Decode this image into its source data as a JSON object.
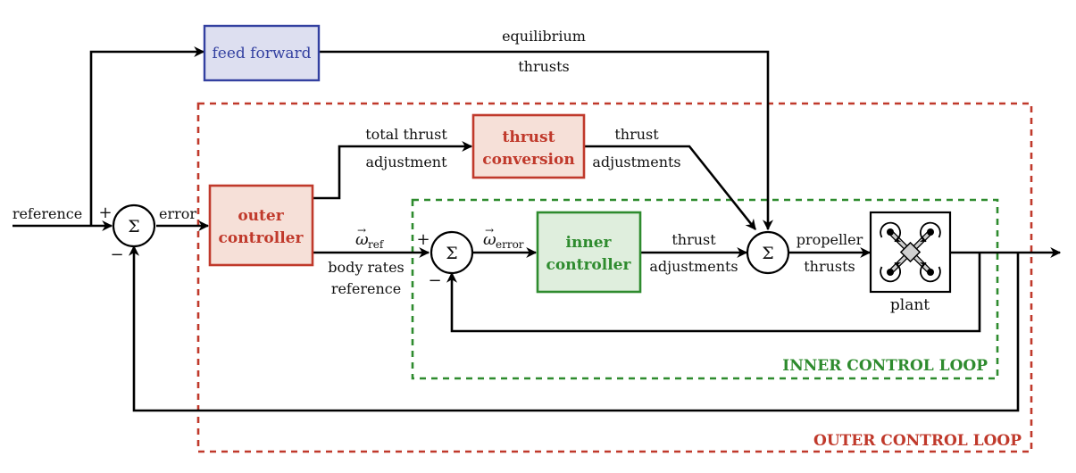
{
  "colors": {
    "outer_loop": "#c0392b",
    "inner_loop": "#2e8b2e",
    "feed_forward_stroke": "#3340a0",
    "feed_forward_fill": "#dddff0",
    "red_block_fill": "#f6e0d8",
    "green_block_fill": "#dfeedd"
  },
  "blocks": {
    "feed_forward": "feed forward",
    "thrust_conversion": [
      "thrust",
      "conversion"
    ],
    "outer_controller": [
      "outer",
      "controller"
    ],
    "inner_controller": [
      "inner",
      "controller"
    ],
    "plant": "plant"
  },
  "summing": {
    "symbol": "Σ",
    "plus": "+",
    "minus": "−"
  },
  "signals": {
    "reference": "reference",
    "error": "error",
    "equilibrium": "equilibrium",
    "thrusts_top": "thrusts",
    "total_thrust": "total thrust",
    "adjustment": "adjustment",
    "thrust_a": "thrust",
    "adjustments_a": "adjustments",
    "omega_ref_sub": "ref",
    "body_rates": "body rates",
    "reference2": "reference",
    "omega_error_sub": "error",
    "thrust_b": "thrust",
    "adjustments_b": "adjustments",
    "propeller": "propeller",
    "thrusts": "thrusts"
  },
  "loops": {
    "inner": "INNER CONTROL LOOP",
    "outer": "OUTER CONTROL LOOP"
  }
}
